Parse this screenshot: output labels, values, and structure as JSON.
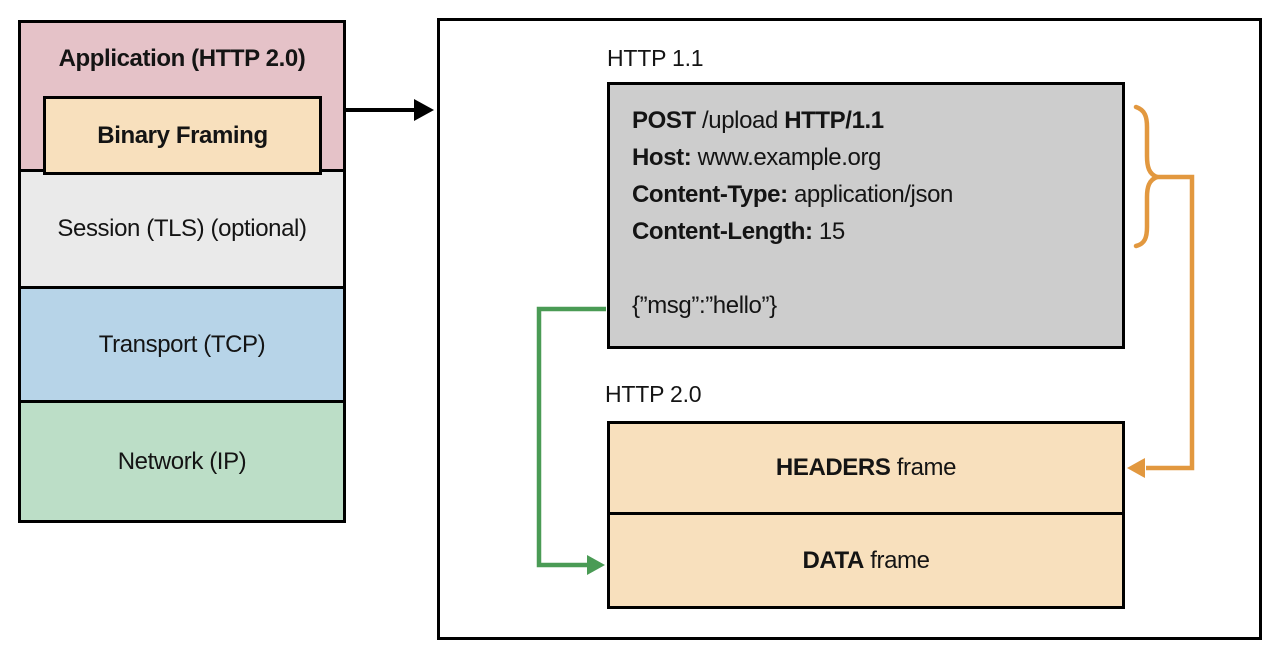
{
  "stack": {
    "application": "Application (HTTP 2.0)",
    "binary_framing": "Binary Framing",
    "session": "Session (TLS) (optional)",
    "transport": "Transport (TCP)",
    "network": "Network (IP)"
  },
  "panel": {
    "http11_label": "HTTP 1.1",
    "http20_label": "HTTP 2.0"
  },
  "request": {
    "method": "POST",
    "path": " /upload ",
    "version": "HTTP/1.1",
    "host_key": "Host:",
    "host_value": " www.example.org",
    "content_type_key": "Content-Type:",
    "content_type_value": " application/json",
    "content_length_key": "Content-Length:",
    "content_length_value": " 15",
    "body": "{”msg”:”hello”}"
  },
  "frames": {
    "headers_bold": "HEADERS",
    "headers_rest": " frame",
    "data_bold": "DATA",
    "data_rest": " frame"
  },
  "colors": {
    "application_pink": "#e5c2c8",
    "framing_tan": "#f8e0bd",
    "session_gray": "#eaeaea",
    "transport_blue": "#b7d4e8",
    "network_green": "#bcdec7",
    "request_gray": "#cdcdcd",
    "arrow_orange": "#e2983f",
    "arrow_green": "#4a9b55",
    "line_black": "#000000"
  }
}
